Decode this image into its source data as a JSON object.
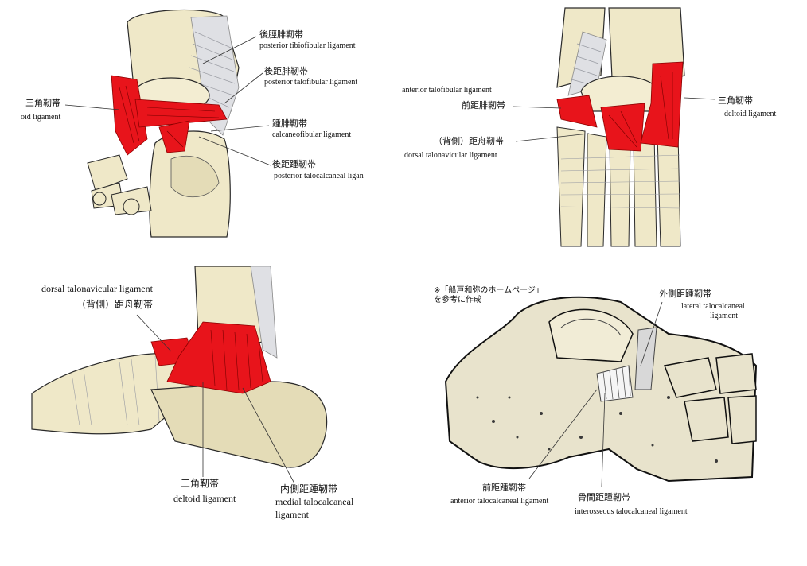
{
  "panel1": {
    "labels": {
      "ptf_jp": "後脛腓靭帯",
      "ptf_en": "posterior tibiofibular ligament",
      "ptalo_jp": "後距腓靭帯",
      "ptalo_en": "posterior talofibular ligament",
      "delt_jp": "三角靭帯",
      "delt_en": "oid ligament",
      "calc_jp": "踵腓靭帯",
      "calc_en": "calcaneofibular ligament",
      "ptc_jp": "後距踵靭帯",
      "ptc_en": "posterior talocalcaneal ligan"
    }
  },
  "panel2": {
    "labels": {
      "atf_en": "anterior talofibular ligament",
      "atf_jp": "前距腓靭帯",
      "delt_jp": "三角靭帯",
      "delt_en": "deltoid ligament",
      "dtn_jp": "（背側）距舟靭帯",
      "dtn_en": "dorsal talonavicular ligament"
    }
  },
  "panel3": {
    "labels": {
      "dtn_en": "dorsal talonavicular ligament",
      "dtn_jp": "（背側）距舟靭帯",
      "delt_jp": "三角靭帯",
      "delt_en": "deltoid ligament",
      "mtc_jp": "内側距踵靭帯",
      "mtc_en1": "medial talocalcaneal",
      "mtc_en2": "ligament"
    }
  },
  "panel4": {
    "note1": "※「船戸和弥のホームページ」",
    "note2": "を参考に作成",
    "labels": {
      "ltc_jp": "外側距踵靭帯",
      "ltc_en1": "lateral talocalcaneal",
      "ltc_en2": "ligament",
      "atc_jp": "前距踵靭帯",
      "atc_en": "anterior talocalcaneal ligament",
      "itc_jp": "骨間距踵靭帯",
      "itc_en": "interosseous talocalcaneal ligament"
    }
  },
  "colors": {
    "bone": "#efe8c8",
    "bone_shadow": "#d9cfa3",
    "ligament_red": "#e8141b",
    "ligament_grey": "#cfd1d6",
    "outline": "#2a2a2a",
    "leader": "#333333"
  }
}
